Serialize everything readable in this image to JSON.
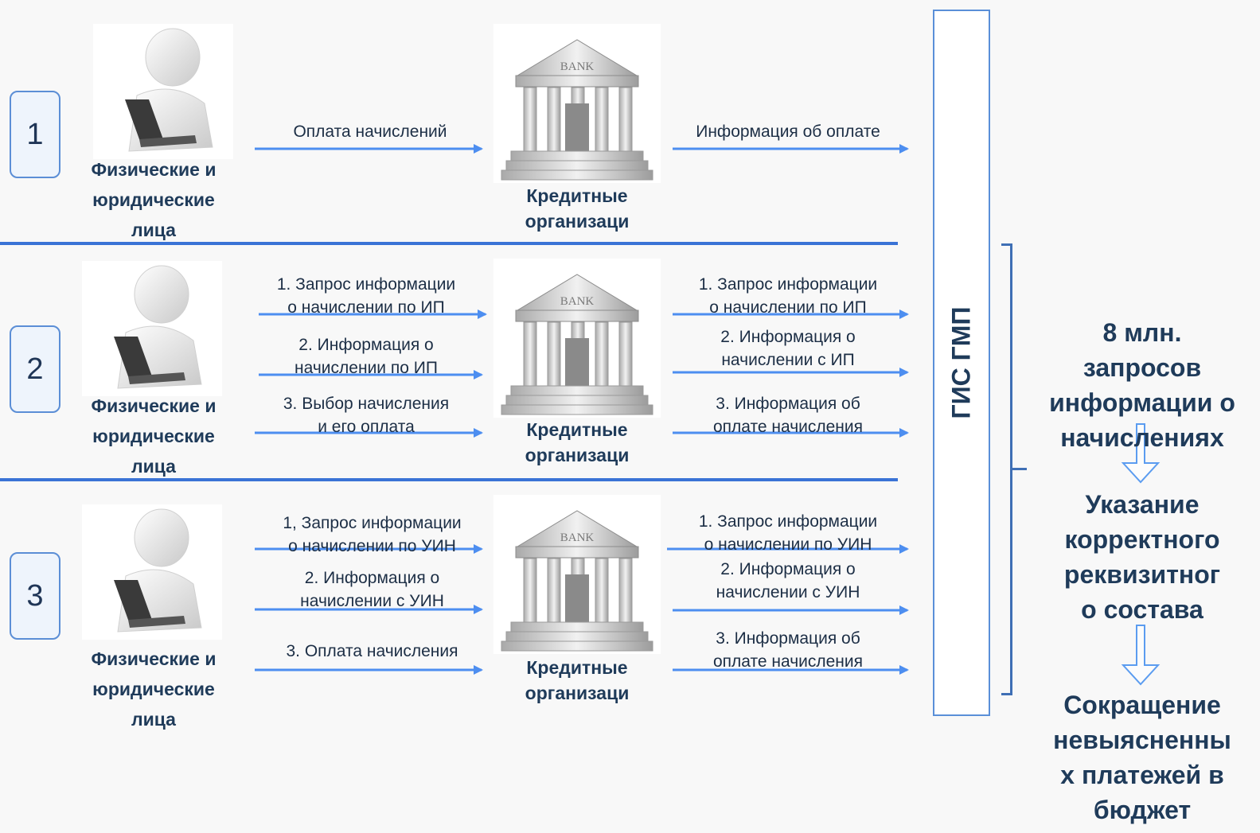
{
  "rows": [
    {
      "number": "1",
      "person_label": [
        "Физические и",
        "юридические",
        "лица"
      ],
      "bank_label": [
        "Кредитные",
        "организаци"
      ],
      "left_arrows": [
        {
          "label": [
            "Оплата начислений"
          ]
        }
      ],
      "right_arrows": [
        {
          "label": [
            "Информация об оплате"
          ]
        }
      ]
    },
    {
      "number": "2",
      "person_label": [
        "Физические и",
        "юридические",
        "лица"
      ],
      "bank_label": [
        "Кредитные",
        "организаци"
      ],
      "left_arrows": [
        {
          "label": [
            "1. Запрос информации",
            "о  начислении по ИП"
          ]
        },
        {
          "label": [
            "2. Информация о",
            "начислении по ИП"
          ]
        },
        {
          "label": [
            "3. Выбор начисления",
            "и его оплата"
          ]
        }
      ],
      "right_arrows": [
        {
          "label": [
            "1. Запрос информации",
            "о  начислении по ИП"
          ]
        },
        {
          "label": [
            "2. Информация о",
            "начислении с ИП"
          ]
        },
        {
          "label": [
            "3. Информация об",
            "оплате начисления"
          ]
        }
      ]
    },
    {
      "number": "3",
      "person_label": [
        "Физические и",
        "юридические",
        "лица"
      ],
      "bank_label": [
        "Кредитные",
        "организаци"
      ],
      "left_arrows": [
        {
          "label": [
            "1, Запрос информации",
            "о  начислении по УИН"
          ]
        },
        {
          "label": [
            "2. Информация о",
            "начислении с УИН"
          ]
        },
        {
          "label": [
            "3. Оплата начисления"
          ]
        }
      ],
      "right_arrows": [
        {
          "label": [
            "1. Запрос информации",
            "о  начислении по УИН"
          ]
        },
        {
          "label": [
            "2. Информация о",
            "начислении с УИН"
          ]
        },
        {
          "label": [
            "3. Информация об",
            "оплате начисления"
          ]
        }
      ]
    }
  ],
  "gis": {
    "title": "ГИС ГМП"
  },
  "results": [
    {
      "text": [
        "8 млн.",
        "запросов",
        "информации о",
        "начислениях"
      ]
    },
    {
      "text": [
        "Указание",
        "корректного",
        "реквизитног",
        "о состава"
      ]
    },
    {
      "text": [
        "Сокращение",
        "невыясненны",
        "х платежей в",
        "бюджет"
      ]
    }
  ],
  "bank_sign": "BANK",
  "colors": {
    "arrow": "#4d8ef0",
    "divider": "#3a73d6",
    "box_border": "#5b8ed6",
    "text": "#1f3b5a"
  }
}
